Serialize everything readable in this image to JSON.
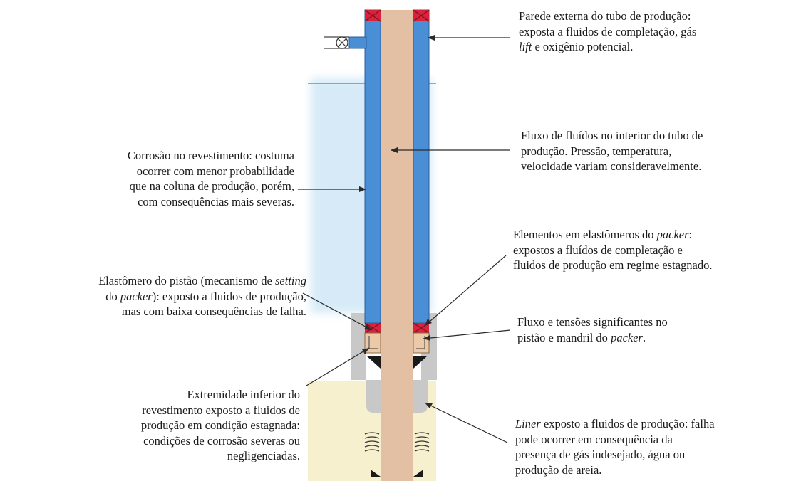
{
  "colors": {
    "outer_annulus": "#4a8fd6",
    "inner_tube": "#e3bfa3",
    "casing_grey": "#c8c8c8",
    "formation_fill": "#f6f0cf",
    "fluid_glow": "#d6ebf7",
    "seal_red": "#d9233c",
    "piston_tan": "#edcaa7",
    "leader_line": "#2a2a2a"
  },
  "annotations": {
    "parede_externa": {
      "lines": [
        "Parede externa do tubo de produção:",
        "exposta a fluidos de completação, gás",
        "<em>lift</em> e oxigênio potencial."
      ]
    },
    "fluxo_fluidos": {
      "lines": [
        "Fluxo de fluídos no interior do tubo de",
        "produção. Pressão, temperatura,",
        "velocidade variam consideravelmente."
      ]
    },
    "corrosao_revestimento": {
      "lines": [
        "Corrosão no revestimento: costuma",
        "ocorrer com menor probabilidade",
        "que na coluna de produção, porém,",
        "com consequências mais severas."
      ]
    },
    "elementos_elastomeros": {
      "lines": [
        "Elementos em elastômeros do <em>packer</em>:",
        "expostos a fluídos de completação e",
        "fluidos de produção em regime estagnado."
      ]
    },
    "elastomero_pistao": {
      "lines": [
        "Elastômero do pistão (mecanismo de <em>setting</em>",
        "do <em>packer</em>): exposto a fluidos de produção,",
        "mas com baixa consequências de falha."
      ]
    },
    "fluxo_tensoes": {
      "lines": [
        "Fluxo e tensões significantes no",
        "pistão e mandril do <em>packer</em>."
      ]
    },
    "extremidade_inferior": {
      "lines": [
        "Extremidade inferior do",
        "revestimento exposto a fluidos de",
        "produção em condição estagnada:",
        "condições de corrosão severas ou",
        "negligenciadas."
      ]
    },
    "liner": {
      "lines": [
        "<em>Liner</em> exposto a fluidos de produção: falha",
        "pode ocorrer em consequência da",
        "presença de gás indesejado, água ou",
        "produção de areia."
      ]
    }
  }
}
